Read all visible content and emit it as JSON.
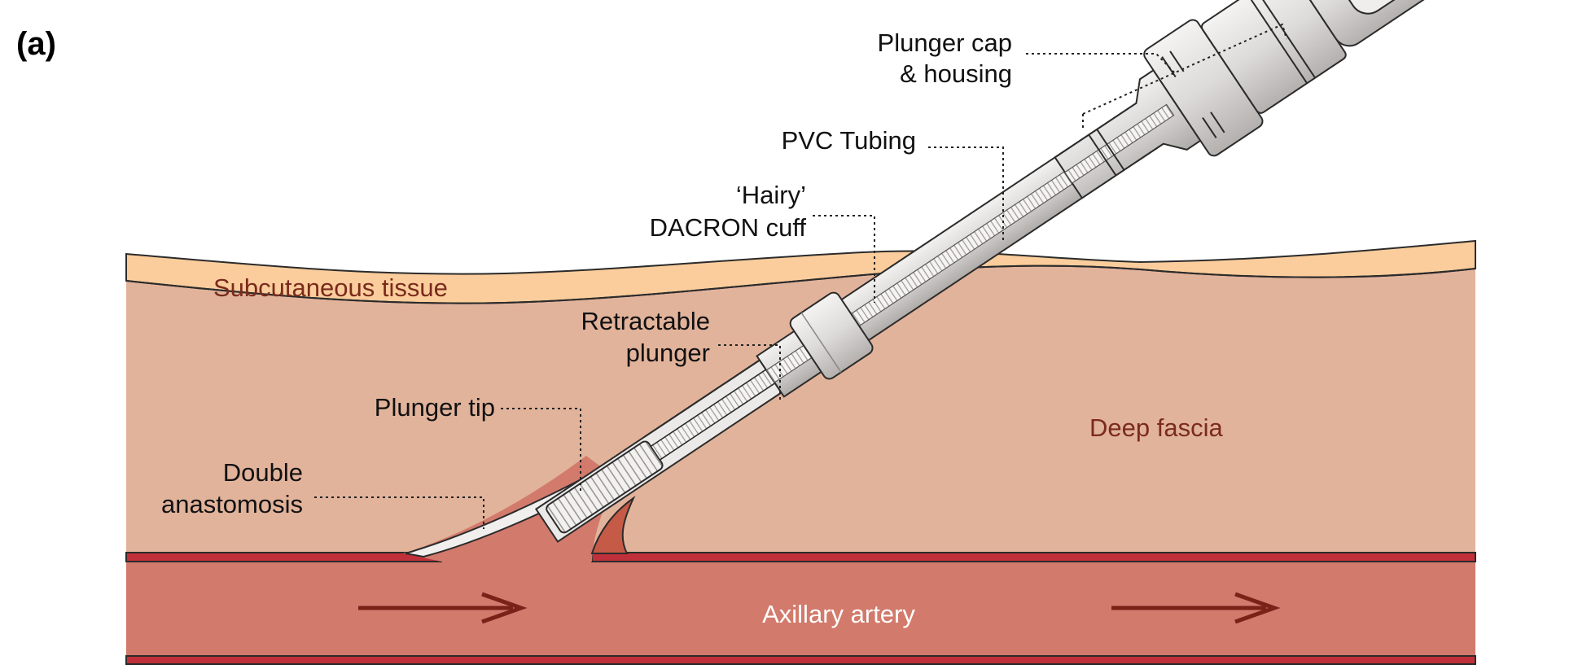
{
  "panel_label": "(a)",
  "colors": {
    "subcutaneous": "#fbcd9c",
    "deep_fascia": "#e2b39b",
    "artery": "#d27a6c",
    "artery_wall": "#c0303a",
    "arrow": "#7a2218",
    "tissue_text": "#7a2b1c",
    "device_light": "#e8e6e4",
    "device_mid": "#c9c7c5",
    "device_dark": "#a9a6a4"
  },
  "labels": {
    "plunger_cap": [
      "Plunger cap",
      "& housing"
    ],
    "pvc_tubing": "PVC Tubing",
    "dacron_cuff": [
      "‘Hairy’",
      "DACRON cuff"
    ],
    "retractable_plunger": [
      "Retractable",
      "plunger"
    ],
    "plunger_tip": "Plunger tip",
    "double_anastomosis": [
      "Double",
      "anastomosis"
    ]
  },
  "regions": {
    "subcutaneous": "Subcutaneous tissue",
    "deep_fascia": "Deep fascia",
    "artery": "Axillary artery"
  },
  "flow_arrows": [
    "flow-direction-arrow",
    "flow-direction-arrow"
  ]
}
